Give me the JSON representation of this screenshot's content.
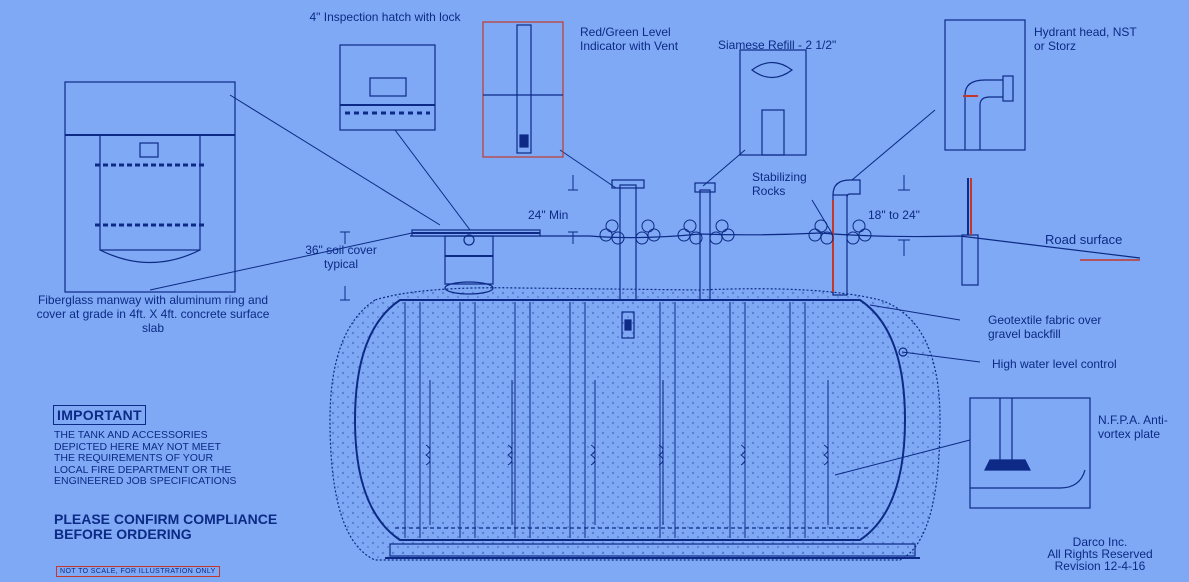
{
  "labels": {
    "inspection_hatch": "4\" Inspection hatch with lock",
    "level_indicator": "Red/Green Level Indicator with Vent",
    "siamese_refill": "Siamese Refill - 2 1/2\"",
    "hydrant_head": "Hydrant head, NST or Storz",
    "stabilizing_rocks": "Stabilizing Rocks",
    "min_24": "24\" Min",
    "range_18_24": "18\" to 24\"",
    "soil_cover": "36\" soil cover typical",
    "road_surface": "Road surface",
    "manway": "Fiberglass manway with aluminum ring and cover at grade in 4ft. X 4ft. concrete surface slab",
    "geotextile": "Geotextile fabric over gravel backfill",
    "high_water": "High water level control",
    "nfpa": "N.F.P.A. Anti-vortex plate"
  },
  "notice": {
    "title": "IMPORTANT",
    "body_lines": [
      "THE TANK AND ACCESSORIES",
      "DEPICTED HERE MAY NOT MEET",
      "THE REQUIREMENTS OF YOUR",
      "LOCAL FIRE DEPARTMENT OR THE",
      "ENGINEERED JOB SPECIFICATIONS"
    ],
    "confirm_lines": [
      "PLEASE CONFIRM COMPLIANCE",
      "BEFORE ORDERING"
    ],
    "scale_note": "NOT TO SCALE, FOR ILLUSTRATION ONLY"
  },
  "credit": {
    "company": "Darco Inc.",
    "rights": "All Rights Reserved",
    "revision": "Revision 12-4-16"
  },
  "colors": {
    "background": "#7fa9f4",
    "line": "#0c2a86",
    "accent": "#c0392b"
  }
}
